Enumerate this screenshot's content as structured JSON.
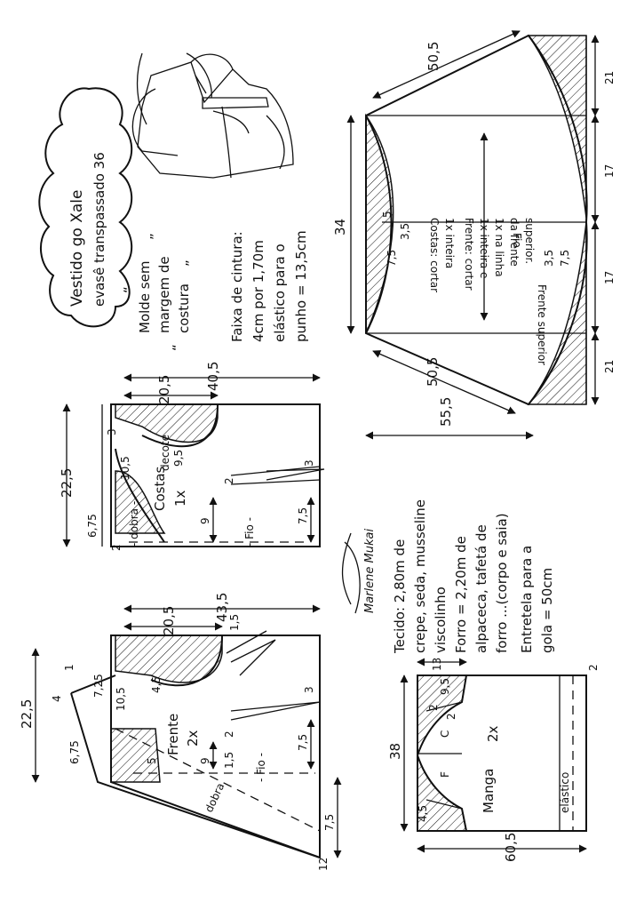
{
  "title": {
    "line1": "Vestido go Xale",
    "line2": "evasê transpassado 36"
  },
  "note_molde": [
    "Molde sem",
    "margem de",
    "costura"
  ],
  "quote_marks": [
    "“",
    "”",
    "“",
    "”"
  ],
  "note_faixa": [
    "Faixa de cintura:",
    "4cm por 1,70m",
    "elástico para o",
    "punho = 13,5cm"
  ],
  "note_fabric": [
    "Tecido: 2,80m de",
    "crepe, seda, musseline",
    "viscolinho",
    "Forro = 2,20m de",
    "alpaceca, tafetá de",
    "forro ...(corpo e saia)",
    "Entretela para a",
    "gola = 50cm"
  ],
  "signature": "Marlene Mukai",
  "skirt": {
    "label": [
      "Costas: cortar",
      "1x inteira",
      "Frente: cortar",
      "1x inteira e",
      "1x na linha",
      "da frente",
      "superior."
    ],
    "frente_superior": "Frente superior",
    "fio": "Fio",
    "dims": [
      "50,5",
      "34",
      "50,5",
      "55,5",
      "21",
      "17",
      "17",
      "21",
      "5",
      "7,5",
      "3,5",
      "7,5",
      "3,5"
    ]
  },
  "costas": {
    "label": [
      "Costas",
      "1x"
    ],
    "dobra": "- dobra -",
    "fio": "- Fio -",
    "decote": "decote",
    "dims": [
      "40,5",
      "20,5",
      "22,5",
      "6,75",
      "10,5",
      "3",
      "2",
      "9",
      "7,5",
      "3",
      "2",
      "9,5"
    ]
  },
  "frente": {
    "label": [
      "Frente",
      "2x"
    ],
    "fio": "- Fio -",
    "dobra": "dobra",
    "dims": [
      "43,5",
      "20,5",
      "22,5",
      "7,25",
      "6,75",
      "4",
      "1",
      "10,5",
      "4,5",
      "5",
      "1,5",
      "2",
      "1,5",
      "9",
      "3",
      "7,5",
      "7,5",
      "12"
    ]
  },
  "manga": {
    "label": "Manga",
    "count": "2x",
    "elastico": "elástico",
    "dims": [
      "38",
      "60,5",
      "13",
      "9,5",
      "2",
      "2",
      "4,5",
      "2"
    ],
    "f": "F",
    "c": "C"
  }
}
